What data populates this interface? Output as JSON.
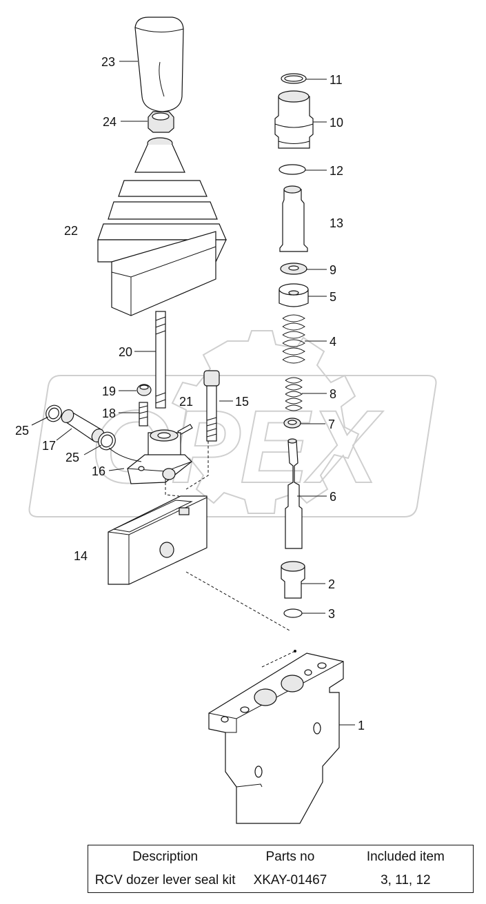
{
  "diagram": {
    "watermark": "OPEX",
    "callouts": [
      "23",
      "24",
      "22",
      "20",
      "19",
      "21",
      "15",
      "25",
      "18",
      "17",
      "25",
      "16",
      "14",
      "11",
      "10",
      "12",
      "13",
      "9",
      "5",
      "4",
      "8",
      "7",
      "6",
      "2",
      "3",
      "1"
    ]
  },
  "kit_table": {
    "headers": [
      "Description",
      "Parts no",
      "Included item"
    ],
    "rows": [
      [
        "RCV dozer lever seal kit",
        "XKAY-01467",
        "3, 11, 12"
      ]
    ]
  }
}
